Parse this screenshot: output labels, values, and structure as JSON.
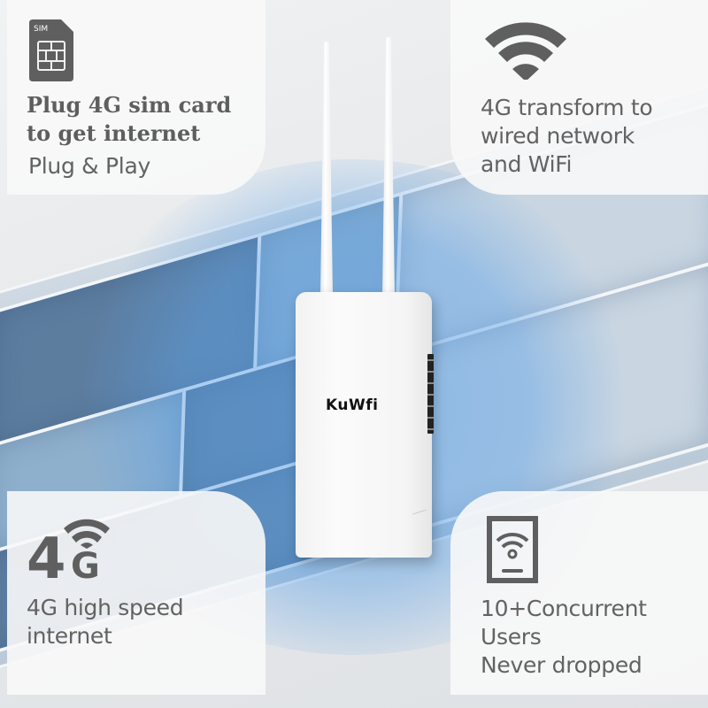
{
  "router": {
    "brand": "KuWfi"
  },
  "features": {
    "sim": {
      "icon": "sim-card-icon",
      "icon_label": "SIM",
      "headline": [
        "Plug 4G sim card",
        "to get internet"
      ],
      "subline": "Plug & Play"
    },
    "wifi": {
      "icon": "wifi-icon",
      "lines": [
        "4G transform to",
        "wired network",
        "and WiFi"
      ]
    },
    "speed": {
      "icon": "4g-signal-icon",
      "icon_text_4": "4",
      "icon_text_g": "G",
      "lines": [
        "4G high speed",
        "internet"
      ]
    },
    "users": {
      "icon": "tablet-wifi-icon",
      "lines": [
        "10+Concurrent",
        "Users",
        "Never dropped"
      ]
    }
  },
  "colors": {
    "panel_bg": "#f8f8f8",
    "text": "#616161",
    "icon": "#5f5f5f",
    "wifi_glow": "#5aa0e6",
    "room_blue": "#5d7d9f"
  }
}
